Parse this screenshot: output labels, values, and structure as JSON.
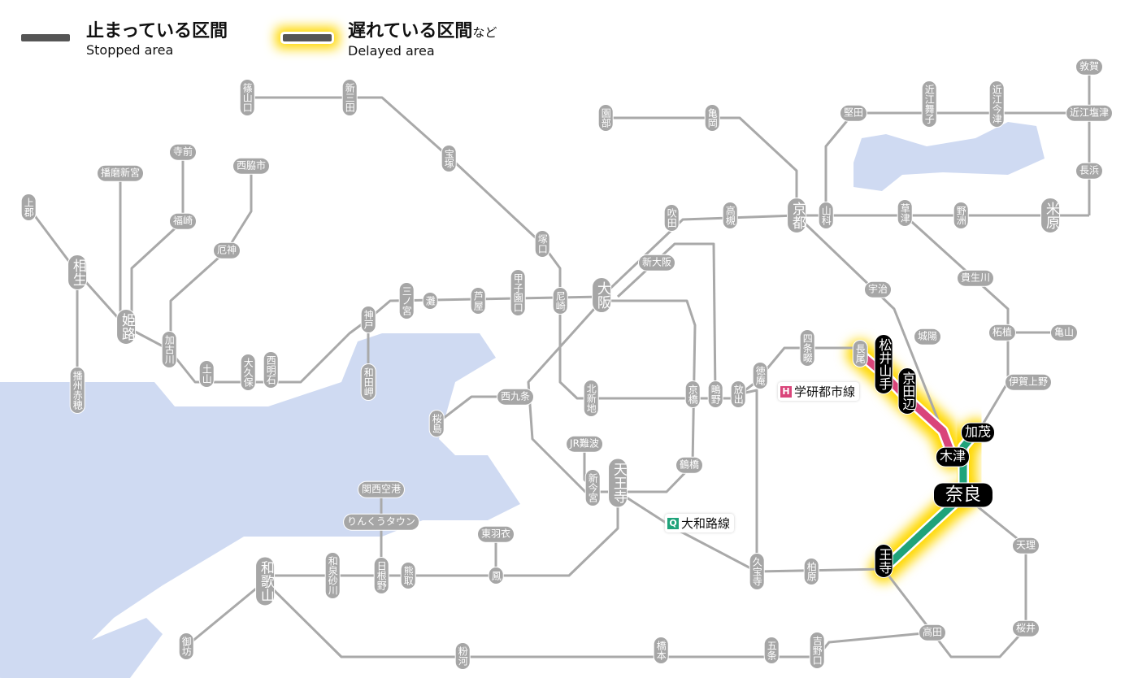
{
  "legend": {
    "stopped": {
      "jp": "止まっている区間",
      "en": "Stopped area"
    },
    "delayed": {
      "jp": "遅れている区間",
      "jp_suffix": "など",
      "en": "Delayed area"
    }
  },
  "line_labels": [
    {
      "badge": "H",
      "name": "学研都市線",
      "color": "#d9457a"
    },
    {
      "badge": "Q",
      "name": "大和路線",
      "color": "#1fa37a"
    }
  ],
  "colors": {
    "water": "#cfdaf2",
    "line": "#a9a9a9",
    "station": "#a6a6a6",
    "delay_glow": "#ffd800",
    "gakken": "#d9457a",
    "yamatoji": "#1fa37a",
    "active_station": "#000000"
  },
  "stations": [
    {
      "name": "篠山口"
    },
    {
      "name": "新三田"
    },
    {
      "name": "宝塚"
    },
    {
      "name": "塚口"
    },
    {
      "name": "尼崎"
    },
    {
      "name": "大阪"
    },
    {
      "name": "新大阪"
    },
    {
      "name": "吹田"
    },
    {
      "name": "高槻"
    },
    {
      "name": "京都"
    },
    {
      "name": "山科"
    },
    {
      "name": "草津"
    },
    {
      "name": "野洲"
    },
    {
      "name": "米原"
    },
    {
      "name": "長浜"
    },
    {
      "name": "近江塩津"
    },
    {
      "name": "敦賀"
    },
    {
      "name": "近江今津"
    },
    {
      "name": "近江舞子"
    },
    {
      "name": "堅田"
    },
    {
      "name": "園部"
    },
    {
      "name": "亀岡"
    },
    {
      "name": "宇治"
    },
    {
      "name": "城陽"
    },
    {
      "name": "貴生川"
    },
    {
      "name": "柘植"
    },
    {
      "name": "亀山"
    },
    {
      "name": "伊賀上野"
    },
    {
      "name": "加茂",
      "status": "affected"
    },
    {
      "name": "木津",
      "status": "affected"
    },
    {
      "name": "奈良",
      "status": "affected"
    },
    {
      "name": "京田辺",
      "status": "affected"
    },
    {
      "name": "松井山手",
      "status": "affected"
    },
    {
      "name": "長尾"
    },
    {
      "name": "四条畷"
    },
    {
      "name": "徳庵"
    },
    {
      "name": "放出"
    },
    {
      "name": "鴫野"
    },
    {
      "name": "京橋"
    },
    {
      "name": "北新地"
    },
    {
      "name": "西九条"
    },
    {
      "name": "桜島"
    },
    {
      "name": "JR難波"
    },
    {
      "name": "新今宮"
    },
    {
      "name": "天王寺"
    },
    {
      "name": "鶴橋"
    },
    {
      "name": "久宝寺"
    },
    {
      "name": "柏原"
    },
    {
      "name": "王寺",
      "status": "affected"
    },
    {
      "name": "天理"
    },
    {
      "name": "桜井"
    },
    {
      "name": "高田"
    },
    {
      "name": "吉野口"
    },
    {
      "name": "五条"
    },
    {
      "name": "橋本"
    },
    {
      "name": "粉河"
    },
    {
      "name": "御坊"
    },
    {
      "name": "和歌山"
    },
    {
      "name": "和泉砂川"
    },
    {
      "name": "日根野"
    },
    {
      "name": "熊取"
    },
    {
      "name": "鳳"
    },
    {
      "name": "東羽衣"
    },
    {
      "name": "りんくうタウン"
    },
    {
      "name": "関西空港"
    },
    {
      "name": "三ノ宮"
    },
    {
      "name": "灘"
    },
    {
      "name": "芦屋"
    },
    {
      "name": "甲子園口"
    },
    {
      "name": "神戸"
    },
    {
      "name": "和田岬"
    },
    {
      "name": "西明石"
    },
    {
      "name": "大久保"
    },
    {
      "name": "土山"
    },
    {
      "name": "加古川"
    },
    {
      "name": "姫路"
    },
    {
      "name": "相生"
    },
    {
      "name": "上郡"
    },
    {
      "name": "播州赤穂"
    },
    {
      "name": "播磨新宮"
    },
    {
      "name": "寺前"
    },
    {
      "name": "福崎"
    },
    {
      "name": "西脇市"
    },
    {
      "name": "厄神"
    }
  ]
}
